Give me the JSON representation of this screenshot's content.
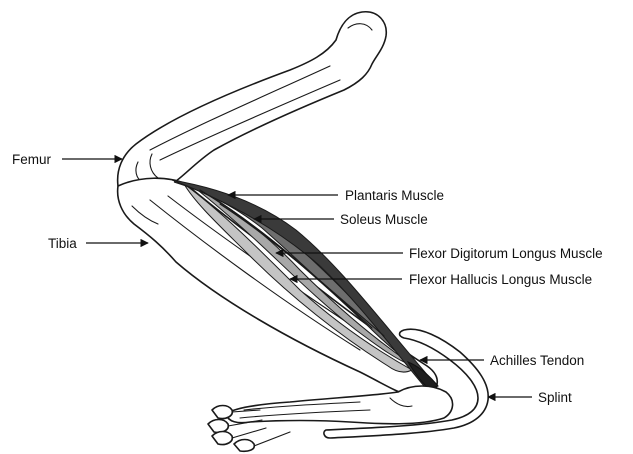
{
  "labels": {
    "femur": "Femur",
    "tibia": "Tibia",
    "plantaris": "Plantaris Muscle",
    "soleus": "Soleus Muscle",
    "fdl": "Flexor Digitorum Longus Muscle",
    "fhl": "Flexor Hallucis Longus Muscle",
    "achilles": "Achilles Tendon",
    "splint": "Splint"
  },
  "colors": {
    "plantaris": "#3a3a3a",
    "soleus": "#6e6e6e",
    "fdl": "#a8a8a8",
    "fhl": "#c4c4c4",
    "outline": "#1a1a1a"
  }
}
